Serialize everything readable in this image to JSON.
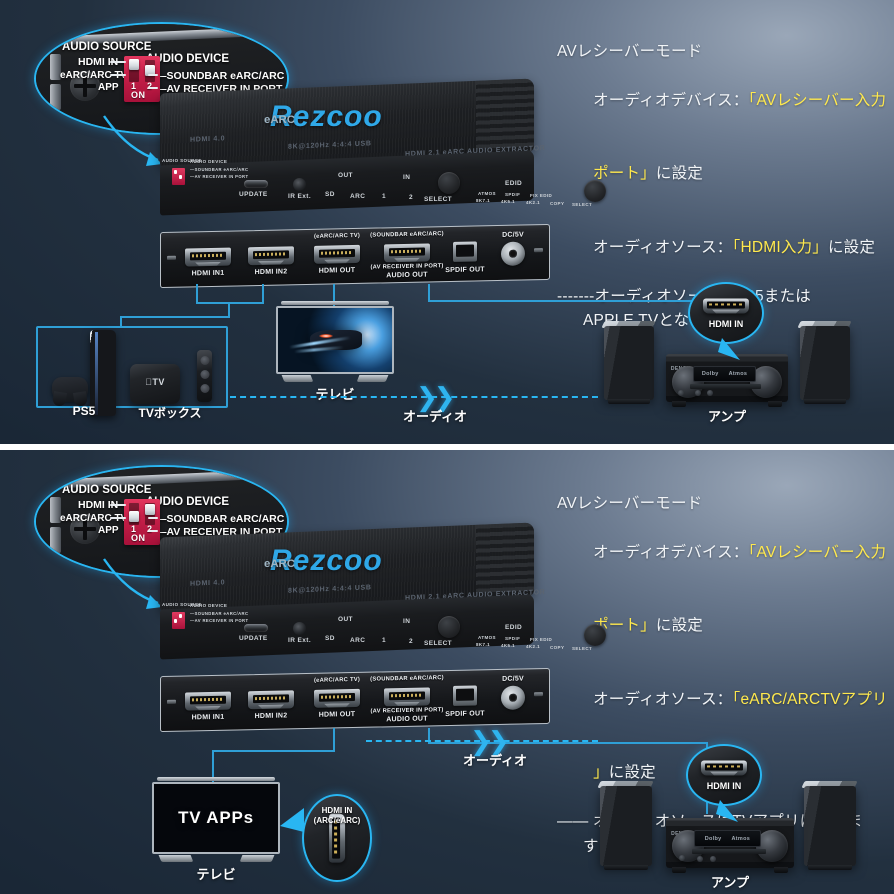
{
  "document": {
    "type": "product-instruction-diagram",
    "title": "Rezcoo HDMI eARC Audio Extractor setup modes"
  },
  "colors": {
    "accent_cyan": "#29b6f2",
    "wire_blue": "#2f9fd6",
    "highlight_yellow": "#ffe94d",
    "dip_red": "#c9214a",
    "background_dark": "#1a2736"
  },
  "panels": [
    {
      "id": "panel-1",
      "magnifier": {
        "audio_source_title": "AUDIO SOURCE",
        "audio_device_title": "AUDIO DEVICE",
        "source_option_1": "HDMI IN—",
        "source_option_2": "eARC/ARC TV—",
        "source_option_3": "APP",
        "device_option_1": "—SOUNDBAR eARC/ARC",
        "device_option_2": "—AV RECEIVER IN PORT",
        "switch_1_number": "1",
        "switch_2_number": "2",
        "on_label": "ON",
        "switch_1_state": "up",
        "switch_2_state": "up"
      },
      "instructions": {
        "line1": "AVレシーバーモード",
        "line2_prefix": "オーディオデバイス：",
        "line2_highlight": "「AVレシーバー入力",
        "line3_highlight": "ポート」",
        "line3_suffix": "に設定",
        "line4_prefix": "オーディオソース：",
        "line4_highlight": "「HDMI入力」",
        "line4_suffix": "に設定",
        "line5": "-------オーディオソースはPS5または",
        "line6": "APPLE TVとなります"
      },
      "device": {
        "brand": "Rezcoo",
        "brand_sub": "eARC",
        "top_text_left": "HDMI 4.0",
        "top_text_mid": "8K@120Hz 4:4:4 USB",
        "top_text_right": "HDMI 2.1 eARC AUDIO EXTRACTOR",
        "front_controls": [
          "UPDATE",
          "IR Ext.",
          "OUT",
          "SD",
          "ARC",
          "IN",
          "1",
          "2",
          "SELECT",
          "EDID",
          "ATMOS",
          "SPDIF",
          "FIX EDID",
          "8K7.1",
          "4K5.1",
          "4K2.1",
          "COPY",
          "SELECT"
        ],
        "ports": [
          {
            "label": "HDMI IN1",
            "sublabel": ""
          },
          {
            "label": "HDMI IN2",
            "sublabel": ""
          },
          {
            "label": "HDMI OUT",
            "sublabel": "(eARC/ARC TV)"
          },
          {
            "label": "AUDIO OUT",
            "sublabel": "(SOUNDBAR eARC/ARC)",
            "sublabel2": "(AV RECEIVER IN PORT)"
          },
          {
            "label": "SPDIF  OUT",
            "sublabel": ""
          },
          {
            "label": "",
            "sublabel": "DC/5V"
          }
        ]
      },
      "equipment": {
        "source_group": [
          "PS5",
          "TVボックス"
        ],
        "ps5_label": "PS5",
        "tvbox_label": "TVボックス",
        "tv_label": "テレビ",
        "amp_label": "アンプ",
        "audio_flow_label": "オーディオ",
        "hdmi_callout": "HDMI IN",
        "apple_tv_logo": "TV"
      }
    },
    {
      "id": "panel-2",
      "magnifier": {
        "audio_source_title": "AUDIO SOURCE",
        "audio_device_title": "AUDIO DEVICE",
        "source_option_1": "HDMI IN—",
        "source_option_2": "eARC/ARC TV—",
        "source_option_3": "APP",
        "device_option_1": "—SOUNDBAR eARC/ARC",
        "device_option_2": "—AV RECEIVER IN PORT",
        "switch_1_number": "1",
        "switch_2_number": "2",
        "on_label": "ON",
        "switch_1_state": "down",
        "switch_2_state": "up"
      },
      "instructions": {
        "line1": "AVレシーバーモード",
        "line2_prefix": "オーディオデバイス：",
        "line2_highlight": "「AVレシーバー入力",
        "line3_highlight": "ポート」",
        "line3_suffix": "に設定",
        "line4_prefix": "オーディオソース：",
        "line4_highlight": "「eARC/ARCTVアプリ",
        "line5_highlight": "」",
        "line5_suffix": "に設定",
        "line6": "—— オーディオソースはTVアプリになりま",
        "line7": "す"
      },
      "device": {
        "brand": "Rezcoo",
        "brand_sub": "eARC",
        "top_text_left": "HDMI 4.0",
        "top_text_mid": "8K@120Hz 4:4:4 USB",
        "top_text_right": "HDMI 2.1 eARC AUDIO EXTRACTOR",
        "front_controls": [
          "UPDATE",
          "IR Ext.",
          "OUT",
          "SD",
          "ARC",
          "IN",
          "1",
          "2",
          "SELECT",
          "EDID",
          "ATMOS",
          "SPDIF",
          "FIX EDID",
          "8K7.1",
          "4K5.1",
          "4K2.1",
          "COPY",
          "SELECT"
        ],
        "ports": [
          {
            "label": "HDMI IN1",
            "sublabel": ""
          },
          {
            "label": "HDMI IN2",
            "sublabel": ""
          },
          {
            "label": "HDMI OUT",
            "sublabel": "(eARC/ARC TV)"
          },
          {
            "label": "AUDIO OUT",
            "sublabel": "(SOUNDBAR eARC/ARC)",
            "sublabel2": "(AV RECEIVER IN PORT)"
          },
          {
            "label": "SPDIF  OUT",
            "sublabel": ""
          },
          {
            "label": "",
            "sublabel": "DC/5V"
          }
        ]
      },
      "equipment": {
        "tv_screen_text": "TV APPs",
        "tv_label": "テレビ",
        "amp_label": "アンプ",
        "audio_flow_label": "オーディオ",
        "hdmi_callout": "HDMI IN",
        "hdmi_callout_sub": "(ARC/eARC)",
        "amp_hdmi_callout": "HDMI IN"
      }
    }
  ]
}
